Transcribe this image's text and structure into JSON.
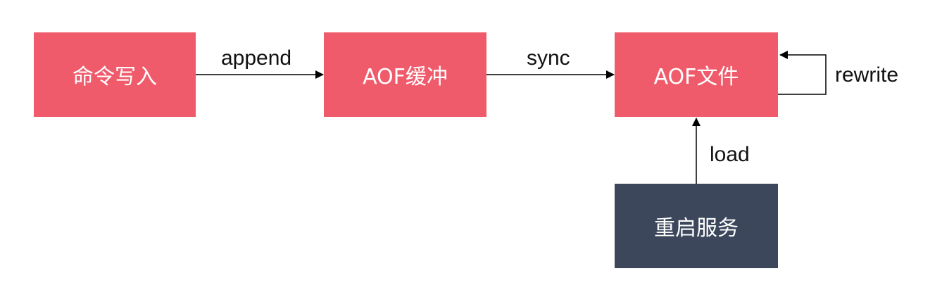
{
  "nodes": {
    "command_write": "命令写入",
    "aof_buffer": "AOF缓冲",
    "aof_file": "AOF文件",
    "restart_service": "重启服务"
  },
  "edges": {
    "append": "append",
    "sync": "sync",
    "rewrite": "rewrite",
    "load": "load"
  },
  "colors": {
    "node_red": "#f05b6b",
    "node_dark": "#3c475c",
    "edge": "#000000"
  }
}
